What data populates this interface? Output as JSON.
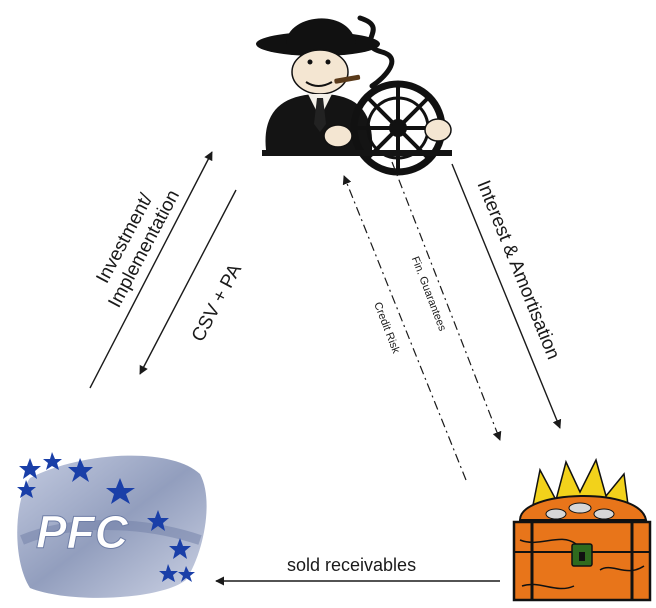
{
  "labels": {
    "investment_line1": "Investment/",
    "investment_line2": "Implementation",
    "csv_pa": "CSV + PA",
    "fin_guarantees": "Fin. Guarantees",
    "credit_risk": "Credit Risk",
    "interest_amortisation": "Interest & Amortisation",
    "sold_receivables": "sold receivables"
  },
  "logo": {
    "text": "PFC"
  },
  "colors": {
    "line": "#1a1a1a",
    "logo_star": "#1a3fa8",
    "logo_swash": "#8a97b8",
    "chest_orange": "#e8751a",
    "chest_gold": "#f2d21b"
  },
  "icons": {
    "driver": "driver-clipart-icon",
    "treasure": "treasure-chest-icon",
    "logo": "pfc-logo"
  }
}
